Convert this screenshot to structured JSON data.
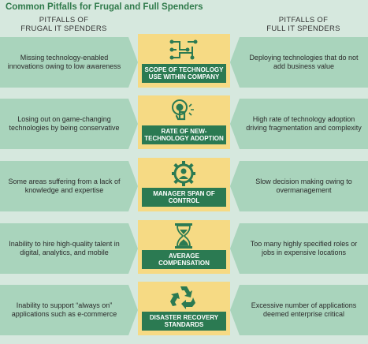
{
  "title": "Common Pitfalls for Frugal and Full Spenders",
  "left_header": [
    "PITFALLS OF",
    "FRUGAL IT SPENDERS"
  ],
  "right_header": [
    "PITFALLS OF",
    "FULL IT SPENDERS"
  ],
  "colors": {
    "background": "#d6e8de",
    "side_cell": "#a9d4bc",
    "center_tile": "#f6da84",
    "label_band": "#2b7a52",
    "title": "#2f7a4a"
  },
  "rows": [
    {
      "icon": "circuit-icon",
      "center_label": "SCOPE OF TECHNOLOGY USE WITHIN COMPANY",
      "left_text": "Missing technology-enabled innovations owing to low awareness",
      "right_text": "Deploying technologies that do not add business value"
    },
    {
      "icon": "touch-icon",
      "center_label": "RATE OF NEW-TECHNOLOGY ADOPTION",
      "left_text": "Losing out on game-changing technologies by being conservative",
      "right_text": "High rate of technology adoption driving fragmentation and complexity"
    },
    {
      "icon": "manager-gear-icon",
      "center_label": "MANAGER SPAN OF CONTROL",
      "left_text": "Some areas suffering from a lack of knowledge and expertise",
      "right_text": "Slow decision making owing to overmanagement"
    },
    {
      "icon": "hourglass-icon",
      "center_label": "AVERAGE COMPENSATION",
      "left_text": "Inability to hire high-quality talent in digital, analytics, and mobile",
      "right_text": "Too many highly specified roles or jobs in expensive locations"
    },
    {
      "icon": "recycle-icon",
      "center_label": "DISASTER RECOVERY STANDARDS",
      "left_text": "Inability to support “always on” applications such as e-commerce",
      "right_text": "Excessive number of applications deemed enterprise critical"
    }
  ]
}
